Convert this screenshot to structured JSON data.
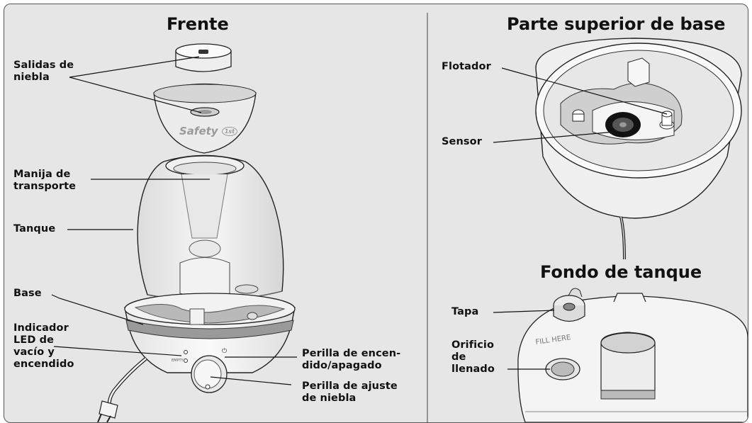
{
  "panels": {
    "front": {
      "title": "Frente"
    },
    "base_top": {
      "title": "Parte superior de base"
    },
    "tank_bottom": {
      "title": "Fondo de tanque"
    }
  },
  "labels": {
    "mist_outlets": "Salidas de\nniebla",
    "carry_handle": "Manija de\ntransporte",
    "tank": "Tanque",
    "base": "Base",
    "led_indicator": "Indicador\nLED de\nvacío y\nencendido",
    "power_knob": "Perilla de encen-\ndido/apagado",
    "mist_knob": "Perilla de ajuste\nde niebla",
    "float": "Flotador",
    "sensor": "Sensor",
    "cap": "Tapa",
    "fill_hole": "Orificio\nde\nllenado"
  },
  "product_marks": {
    "brand": "Safety",
    "brand_badge": "1st",
    "fill_text": "FILL HERE",
    "empty_text": "EMPTY"
  },
  "colors": {
    "background": "#e6e6e6",
    "line": "#111111",
    "plastic": "#f4f4f4",
    "band": "#9a9a9a"
  }
}
